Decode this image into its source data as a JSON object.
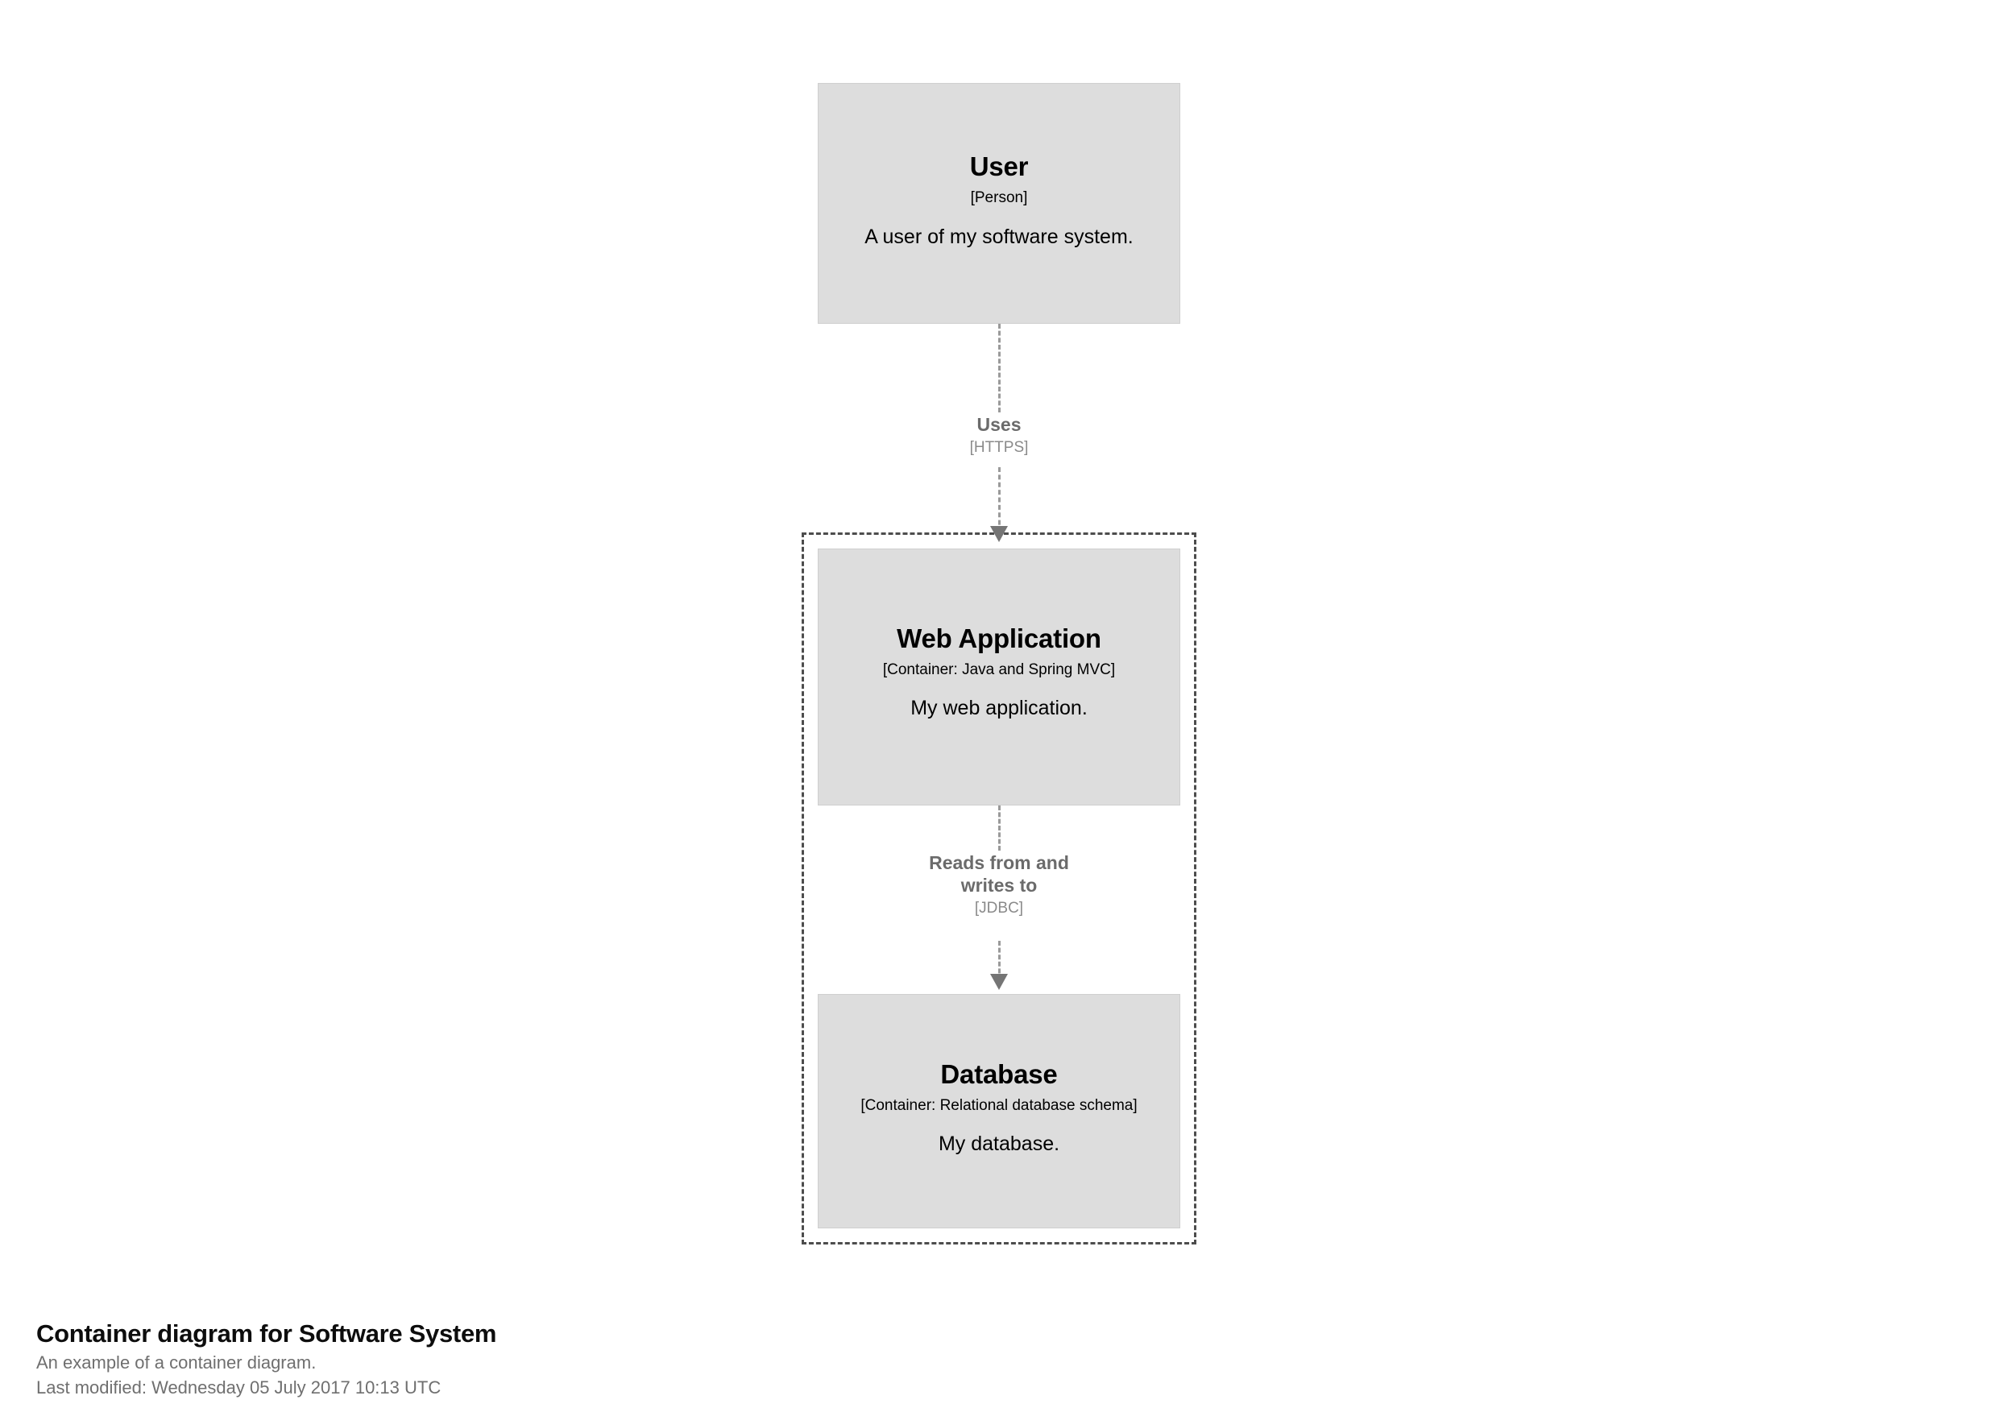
{
  "diagram": {
    "title": "Container diagram for Software System",
    "description": "An example of a container diagram.",
    "last_modified": "Last modified: Wednesday 05 July 2017 10:13 UTC",
    "colors": {
      "element_fill": "#dddddd",
      "element_border": "#cfcfcf",
      "element_text": "#000000",
      "boundary_border": "#4d4d4d",
      "relationship_line": "#9a9a9a",
      "relationship_arrow": "#757575",
      "relationship_label": "#6b6b6b",
      "relationship_tech": "#8a8a8a",
      "caption_title": "#0d0d0d",
      "caption_sub": "#6f6f6f",
      "background": "#ffffff"
    }
  },
  "elements": [
    {
      "id": "user",
      "name": "User",
      "technology": "[Person]",
      "description": "A user of my software system."
    },
    {
      "id": "webapp",
      "name": "Web Application",
      "technology": "[Container: Java and Spring MVC]",
      "description": "My web application."
    },
    {
      "id": "database",
      "name": "Database",
      "technology": "[Container: Relational database schema]",
      "description": "My database."
    }
  ],
  "boundary": {
    "label": ""
  },
  "relationships": [
    {
      "id": "uses",
      "source": "user",
      "destination": "webapp",
      "description": "Uses",
      "technology": "[HTTPS]"
    },
    {
      "id": "reads-writes",
      "source": "webapp",
      "destination": "database",
      "description_line1": "Reads from and",
      "description_line2": "writes to",
      "technology": "[JDBC]"
    }
  ]
}
